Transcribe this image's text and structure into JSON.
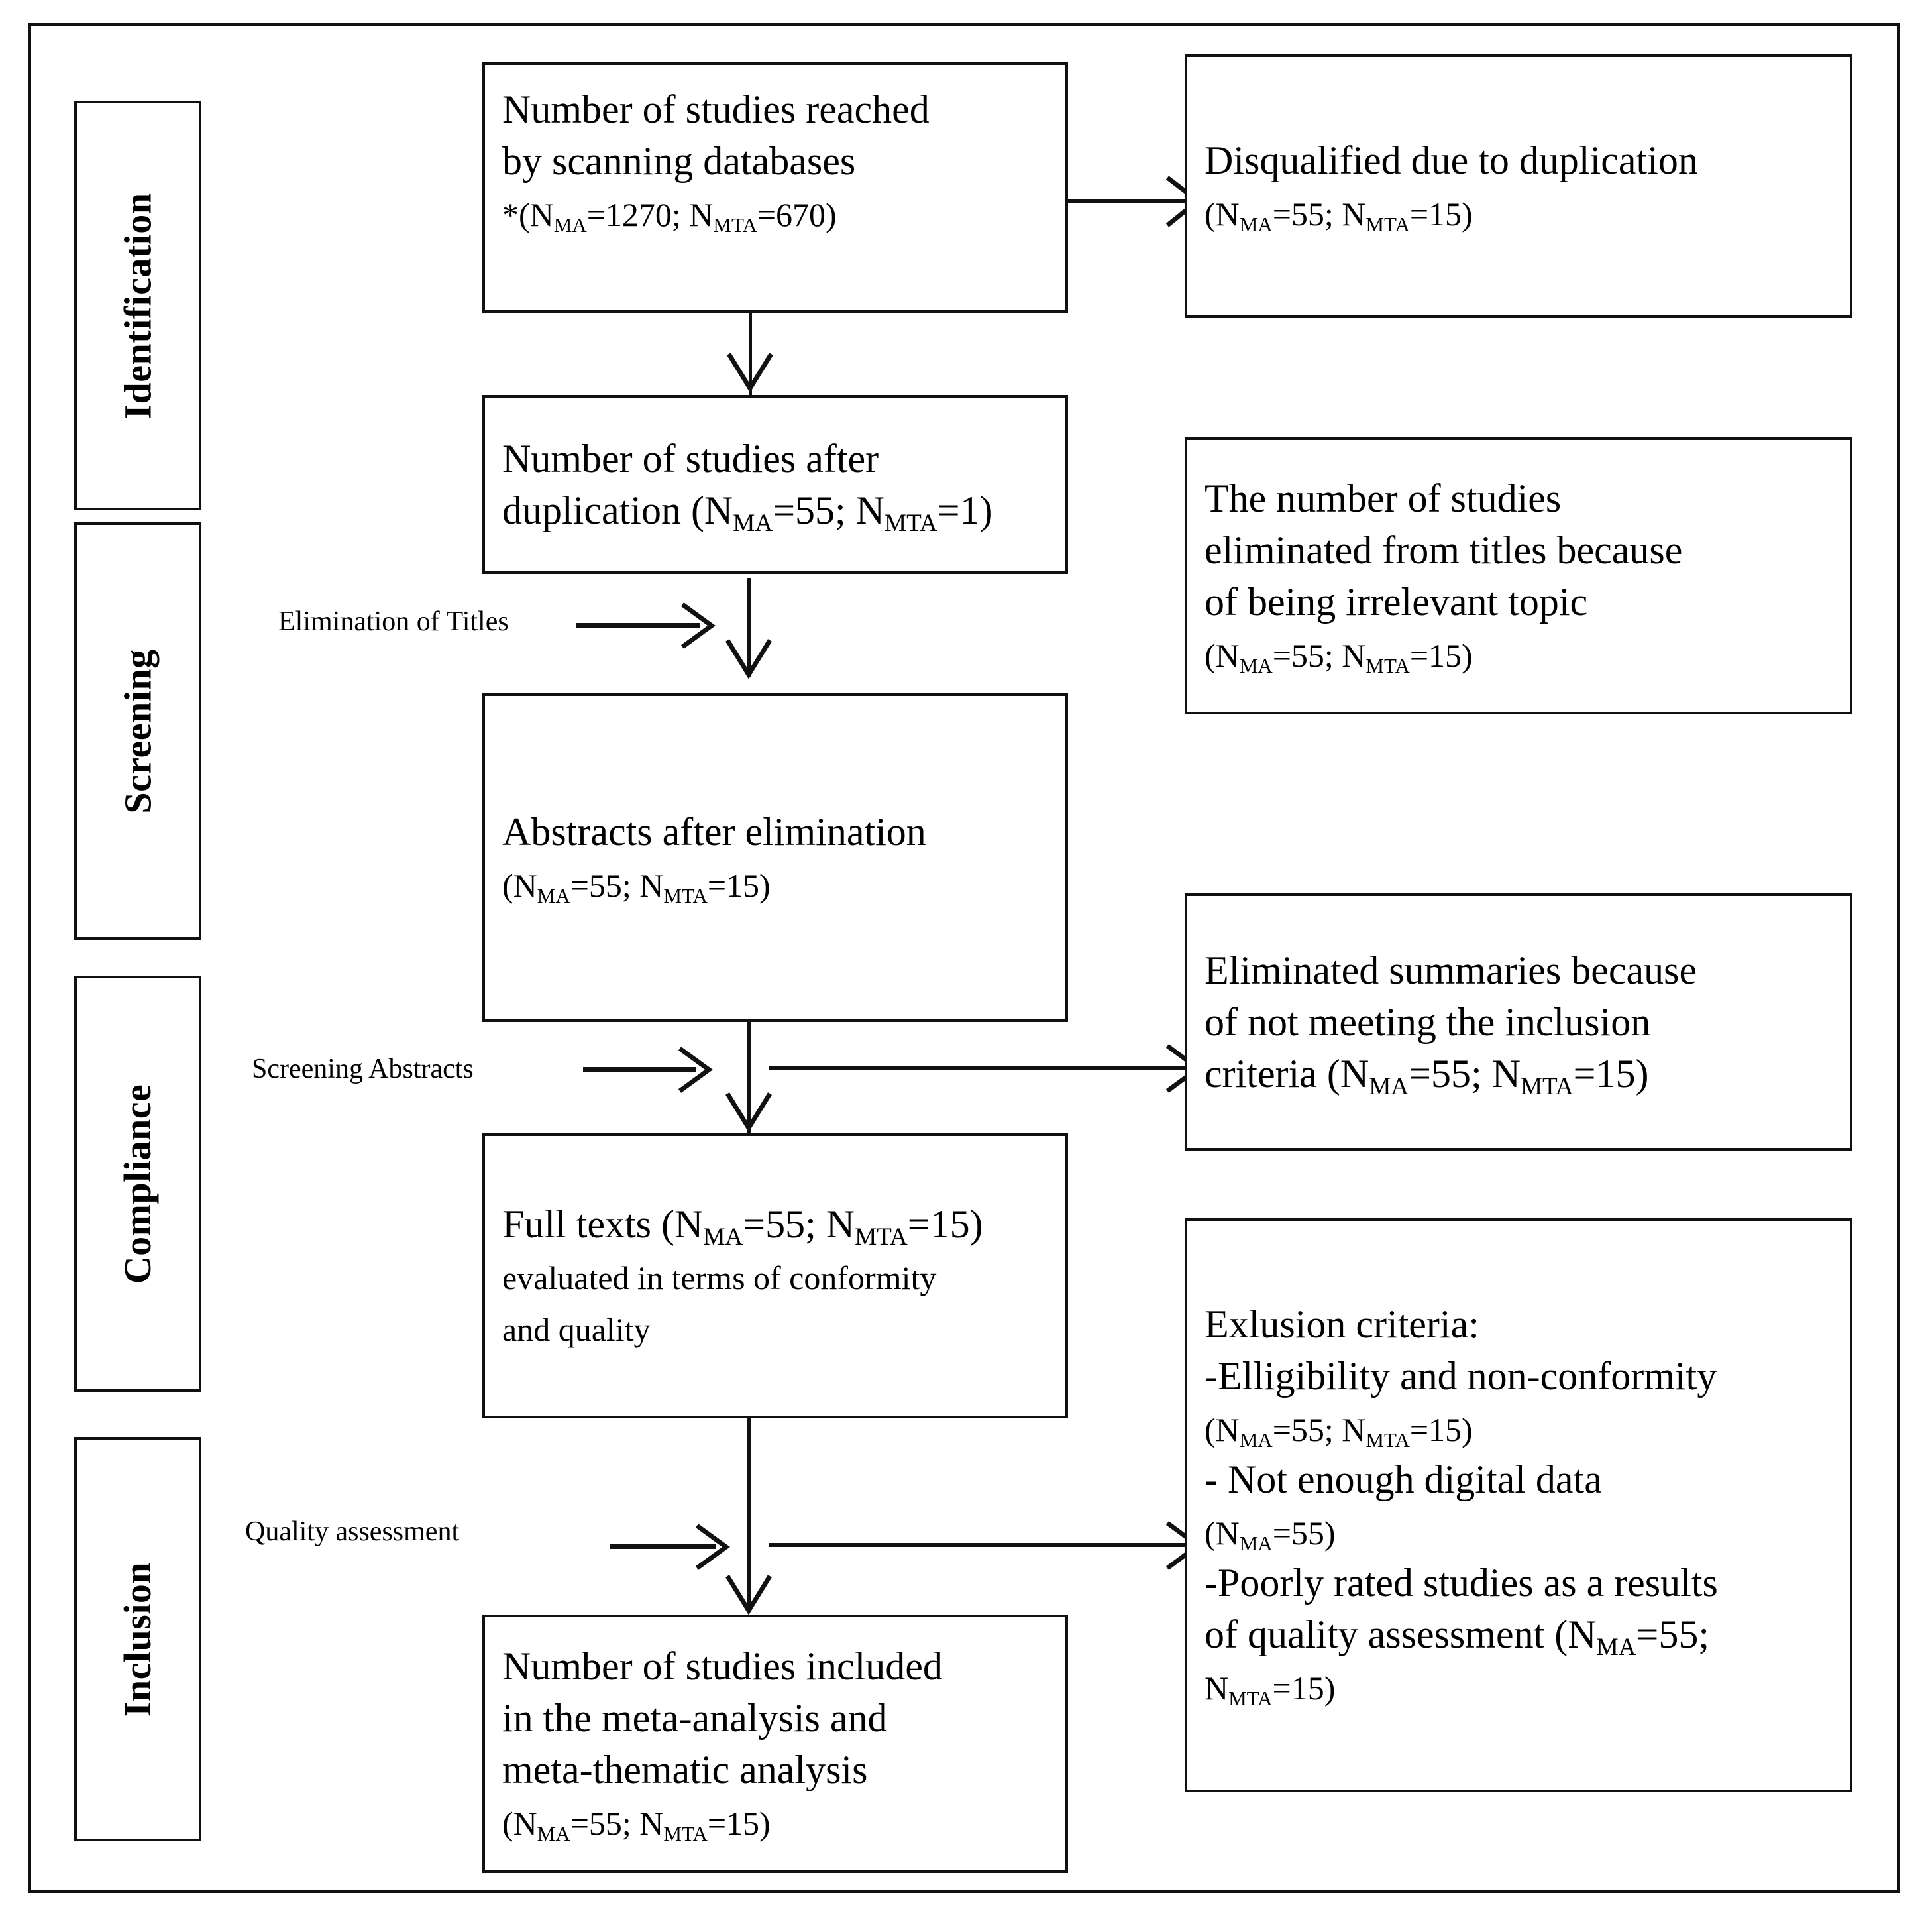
{
  "figure": {
    "type": "prisma-flow-diagram",
    "stage_labels": [
      "Identification",
      "Screening",
      "Compliance",
      "Inclusion"
    ],
    "process_labels": [
      "Elimination of Titles",
      "Screening Abstracts",
      "Quality assessment"
    ]
  },
  "flow": {
    "main": [
      {
        "id": "records-identified",
        "line1": "Number of studies reached",
        "line2": "by scanning databases",
        "counts_prefix": "*(",
        "counts": "N_MA=1270; N_MTA=670)",
        "n_ma": 1270,
        "n_mta": 670
      },
      {
        "id": "records-after-duplicates",
        "line1": "Number of studies after",
        "line2": "duplication (N_MA=55; N_MTA=1)",
        "n_ma": 55,
        "n_mta": 1
      },
      {
        "id": "abstracts-after-elimination",
        "line1": "Abstracts after elimination",
        "counts": "(N_MA=55; N_MTA=15)",
        "n_ma": 55,
        "n_mta": 15
      },
      {
        "id": "full-texts-assessed",
        "line1": "Full texts (N_MA=55; N_MTA=15)",
        "line2": "evaluated in terms of conformity",
        "line3": "and quality",
        "n_ma": 55,
        "n_mta": 15
      },
      {
        "id": "studies-included",
        "line1": "Number of studies included",
        "line2": "in the meta-analysis and",
        "line3": "meta-thematic analysis",
        "counts": "(N_MA=55; N_MTA=15)",
        "n_ma": 55,
        "n_mta": 15
      }
    ],
    "excluded": [
      {
        "id": "excluded-duplicates",
        "line1": "Disqualified due to duplication",
        "counts": "(N_MA=55; N_MTA=15)",
        "n_ma": 55,
        "n_mta": 15
      },
      {
        "id": "excluded-titles",
        "line1": "The number of studies",
        "line2": "eliminated from titles because",
        "line3": "of being irrelevant topic",
        "counts": "(N_MA=55; N_MTA=15)",
        "n_ma": 55,
        "n_mta": 15
      },
      {
        "id": "excluded-abstracts",
        "line1": "Eliminated summaries because",
        "line2": "of not meeting the inclusion",
        "line3": "criteria (N_MA=55; N_MTA=15)",
        "n_ma": 55,
        "n_mta": 15
      },
      {
        "id": "exclusion-criteria",
        "heading": "Exlusion criteria:",
        "item1": "-Elligibility and non-conformity",
        "item1_counts": "(N_MA=55; N_MTA=15)",
        "item2": "- Not enough digital data",
        "item2_counts": "(N_MA=55)",
        "item3a": "-Poorly rated studies as a results",
        "item3b": "of quality assessment (N_MA=55;",
        "item3c": "N_MTA=15)"
      }
    ]
  },
  "colors": {
    "stroke": "#111111",
    "background": "#ffffff",
    "text": "#000000"
  }
}
